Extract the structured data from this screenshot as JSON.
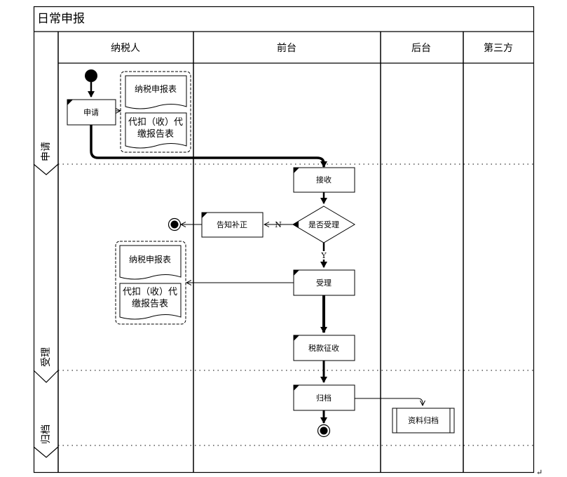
{
  "title": "日常申报",
  "lanes": [
    "纳税人",
    "前台",
    "后台",
    "第三方"
  ],
  "phases": [
    "申请",
    "受理",
    "归档"
  ],
  "nodes": {
    "apply": "申请",
    "receive": "接收",
    "decision": "是否受理",
    "notify": "告知补正",
    "accept": "受理",
    "tax_collect": "税款征收",
    "archive": "归档",
    "data_archive": "资料归档"
  },
  "documents": {
    "top": {
      "doc1": "纳税申报表",
      "doc2_line1": "代扣（收）代",
      "doc2_line2": "缴报告表"
    },
    "mid": {
      "doc1": "纳税申报表",
      "doc2_line1": "代扣（收）代",
      "doc2_line2": "缴报告表"
    }
  },
  "edge_labels": {
    "no": "N",
    "yes": "Y"
  },
  "end_mark": "↵"
}
